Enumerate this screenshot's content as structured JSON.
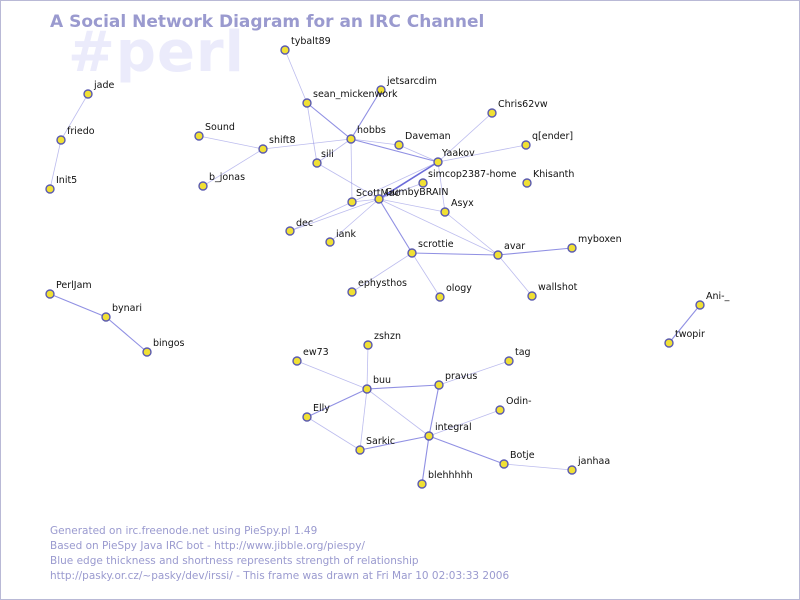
{
  "title": "A Social Network Diagram for an IRC Channel",
  "channel": "#perl",
  "footer": {
    "line1": "Generated on irc.freenode.net using PieSpy.pl 1.49",
    "line2": "Based on PieSpy Java IRC bot - http://www.jibble.org/piespy/",
    "line3": "Blue edge thickness and shortness represents strength of relationship",
    "line4": "http://pasky.or.cz/~pasky/dev/irssi/ - This frame was drawn at Fri Mar 10 02:03:33 2006"
  },
  "colors": {
    "title": "#9a9acf",
    "channel_watermark": "#ebebfb",
    "edge": "#6b6bd9",
    "node_fill": "#f0e034",
    "node_stroke": "#5a5ab0"
  },
  "nodes": [
    {
      "id": "jade",
      "label": "jade"
    },
    {
      "id": "friedo",
      "label": "friedo"
    },
    {
      "id": "Init5",
      "label": "Init5"
    },
    {
      "id": "tybalt89",
      "label": "tybalt89"
    },
    {
      "id": "jetsarcdim",
      "label": "jetsarcdim"
    },
    {
      "id": "sean_mickenwork",
      "label": "sean_mickenwork"
    },
    {
      "id": "Sound",
      "label": "Sound"
    },
    {
      "id": "shift8",
      "label": "shift8"
    },
    {
      "id": "hobbs",
      "label": "hobbs"
    },
    {
      "id": "Daveman",
      "label": "Daveman"
    },
    {
      "id": "Chris62vw",
      "label": "Chris62vw"
    },
    {
      "id": "q_ender",
      "label": "q[ender]"
    },
    {
      "id": "sili",
      "label": "sili"
    },
    {
      "id": "Yaakov",
      "label": "Yaakov"
    },
    {
      "id": "b_jonas",
      "label": "b_jonas"
    },
    {
      "id": "simcop2387",
      "label": "simcop2387-home"
    },
    {
      "id": "Khisanth",
      "label": "Khisanth"
    },
    {
      "id": "ScottMac",
      "label": "ScottMac"
    },
    {
      "id": "GumbyBRAIN",
      "label": "GumbyBRAIN"
    },
    {
      "id": "Asyx",
      "label": "Asyx"
    },
    {
      "id": "dec",
      "label": "dec"
    },
    {
      "id": "iank",
      "label": "iank"
    },
    {
      "id": "scrottie",
      "label": "scrottie"
    },
    {
      "id": "avar",
      "label": "avar"
    },
    {
      "id": "myboxen",
      "label": "myboxen"
    },
    {
      "id": "ephysthos",
      "label": "ephysthos"
    },
    {
      "id": "ology",
      "label": "ology"
    },
    {
      "id": "wallshot",
      "label": "wallshot"
    },
    {
      "id": "Ani_",
      "label": "Ani-_"
    },
    {
      "id": "twopir",
      "label": "twopir"
    },
    {
      "id": "PerlJam",
      "label": "PerlJam"
    },
    {
      "id": "bynari",
      "label": "bynari"
    },
    {
      "id": "bingos",
      "label": "bingos"
    },
    {
      "id": "zshzn",
      "label": "zshzn"
    },
    {
      "id": "ew73",
      "label": "ew73"
    },
    {
      "id": "tag",
      "label": "tag"
    },
    {
      "id": "buu",
      "label": "buu"
    },
    {
      "id": "pravus",
      "label": "pravus"
    },
    {
      "id": "Odin_",
      "label": "Odin-"
    },
    {
      "id": "Elly",
      "label": "Elly"
    },
    {
      "id": "integral",
      "label": "integral"
    },
    {
      "id": "Sarkic",
      "label": "Sarkic"
    },
    {
      "id": "Botje",
      "label": "Botje"
    },
    {
      "id": "janhaa",
      "label": "janhaa"
    },
    {
      "id": "blehhhhh",
      "label": "blehhhhh"
    }
  ],
  "edges": [
    {
      "from": "jade",
      "to": "friedo",
      "weight": 1
    },
    {
      "from": "friedo",
      "to": "Init5",
      "weight": 1
    },
    {
      "from": "tybalt89",
      "to": "sean_mickenwork",
      "weight": 1
    },
    {
      "from": "sean_mickenwork",
      "to": "hobbs",
      "weight": 2
    },
    {
      "from": "jetsarcdim",
      "to": "hobbs",
      "weight": 2
    },
    {
      "from": "Sound",
      "to": "shift8",
      "weight": 1
    },
    {
      "from": "shift8",
      "to": "hobbs",
      "weight": 1
    },
    {
      "from": "shift8",
      "to": "b_jonas",
      "weight": 1
    },
    {
      "from": "hobbs",
      "to": "Yaakov",
      "weight": 2
    },
    {
      "from": "hobbs",
      "to": "ScottMac",
      "weight": 1
    },
    {
      "from": "hobbs",
      "to": "sili",
      "weight": 1
    },
    {
      "from": "hobbs",
      "to": "Daveman",
      "weight": 1
    },
    {
      "from": "Daveman",
      "to": "Yaakov",
      "weight": 1
    },
    {
      "from": "Chris62vw",
      "to": "Yaakov",
      "weight": 1
    },
    {
      "from": "q_ender",
      "to": "Yaakov",
      "weight": 1
    },
    {
      "from": "Yaakov",
      "to": "GumbyBRAIN",
      "weight": 3
    },
    {
      "from": "Yaakov",
      "to": "ScottMac",
      "weight": 1
    },
    {
      "from": "Yaakov",
      "to": "Asyx",
      "weight": 1
    },
    {
      "from": "sili",
      "to": "GumbyBRAIN",
      "weight": 1
    },
    {
      "from": "sean_mickenwork",
      "to": "sili",
      "weight": 1
    },
    {
      "from": "GumbyBRAIN",
      "to": "simcop2387",
      "weight": 1
    },
    {
      "from": "GumbyBRAIN",
      "to": "ScottMac",
      "weight": 1
    },
    {
      "from": "GumbyBRAIN",
      "to": "dec",
      "weight": 1
    },
    {
      "from": "GumbyBRAIN",
      "to": "iank",
      "weight": 1
    },
    {
      "from": "GumbyBRAIN",
      "to": "scrottie",
      "weight": 2
    },
    {
      "from": "GumbyBRAIN",
      "to": "Asyx",
      "weight": 1
    },
    {
      "from": "GumbyBRAIN",
      "to": "avar",
      "weight": 1
    },
    {
      "from": "ScottMac",
      "to": "dec",
      "weight": 1
    },
    {
      "from": "Asyx",
      "to": "avar",
      "weight": 1
    },
    {
      "from": "scrottie",
      "to": "avar",
      "weight": 2
    },
    {
      "from": "scrottie",
      "to": "ephysthos",
      "weight": 1
    },
    {
      "from": "scrottie",
      "to": "ology",
      "weight": 1
    },
    {
      "from": "avar",
      "to": "myboxen",
      "weight": 2
    },
    {
      "from": "avar",
      "to": "wallshot",
      "weight": 1
    },
    {
      "from": "Ani_",
      "to": "twopir",
      "weight": 2
    },
    {
      "from": "PerlJam",
      "to": "bynari",
      "weight": 2
    },
    {
      "from": "bynari",
      "to": "bingos",
      "weight": 2
    },
    {
      "from": "zshzn",
      "to": "buu",
      "weight": 1
    },
    {
      "from": "ew73",
      "to": "buu",
      "weight": 1
    },
    {
      "from": "buu",
      "to": "pravus",
      "weight": 2
    },
    {
      "from": "buu",
      "to": "Elly",
      "weight": 2
    },
    {
      "from": "buu",
      "to": "integral",
      "weight": 1
    },
    {
      "from": "buu",
      "to": "Sarkic",
      "weight": 1
    },
    {
      "from": "tag",
      "to": "pravus",
      "weight": 1
    },
    {
      "from": "pravus",
      "to": "integral",
      "weight": 2
    },
    {
      "from": "Elly",
      "to": "Sarkic",
      "weight": 1
    },
    {
      "from": "Sarkic",
      "to": "integral",
      "weight": 2
    },
    {
      "from": "Odin_",
      "to": "integral",
      "weight": 1
    },
    {
      "from": "integral",
      "to": "Botje",
      "weight": 2
    },
    {
      "from": "Botje",
      "to": "janhaa",
      "weight": 1
    },
    {
      "from": "integral",
      "to": "blehhhhh",
      "weight": 2
    }
  ]
}
